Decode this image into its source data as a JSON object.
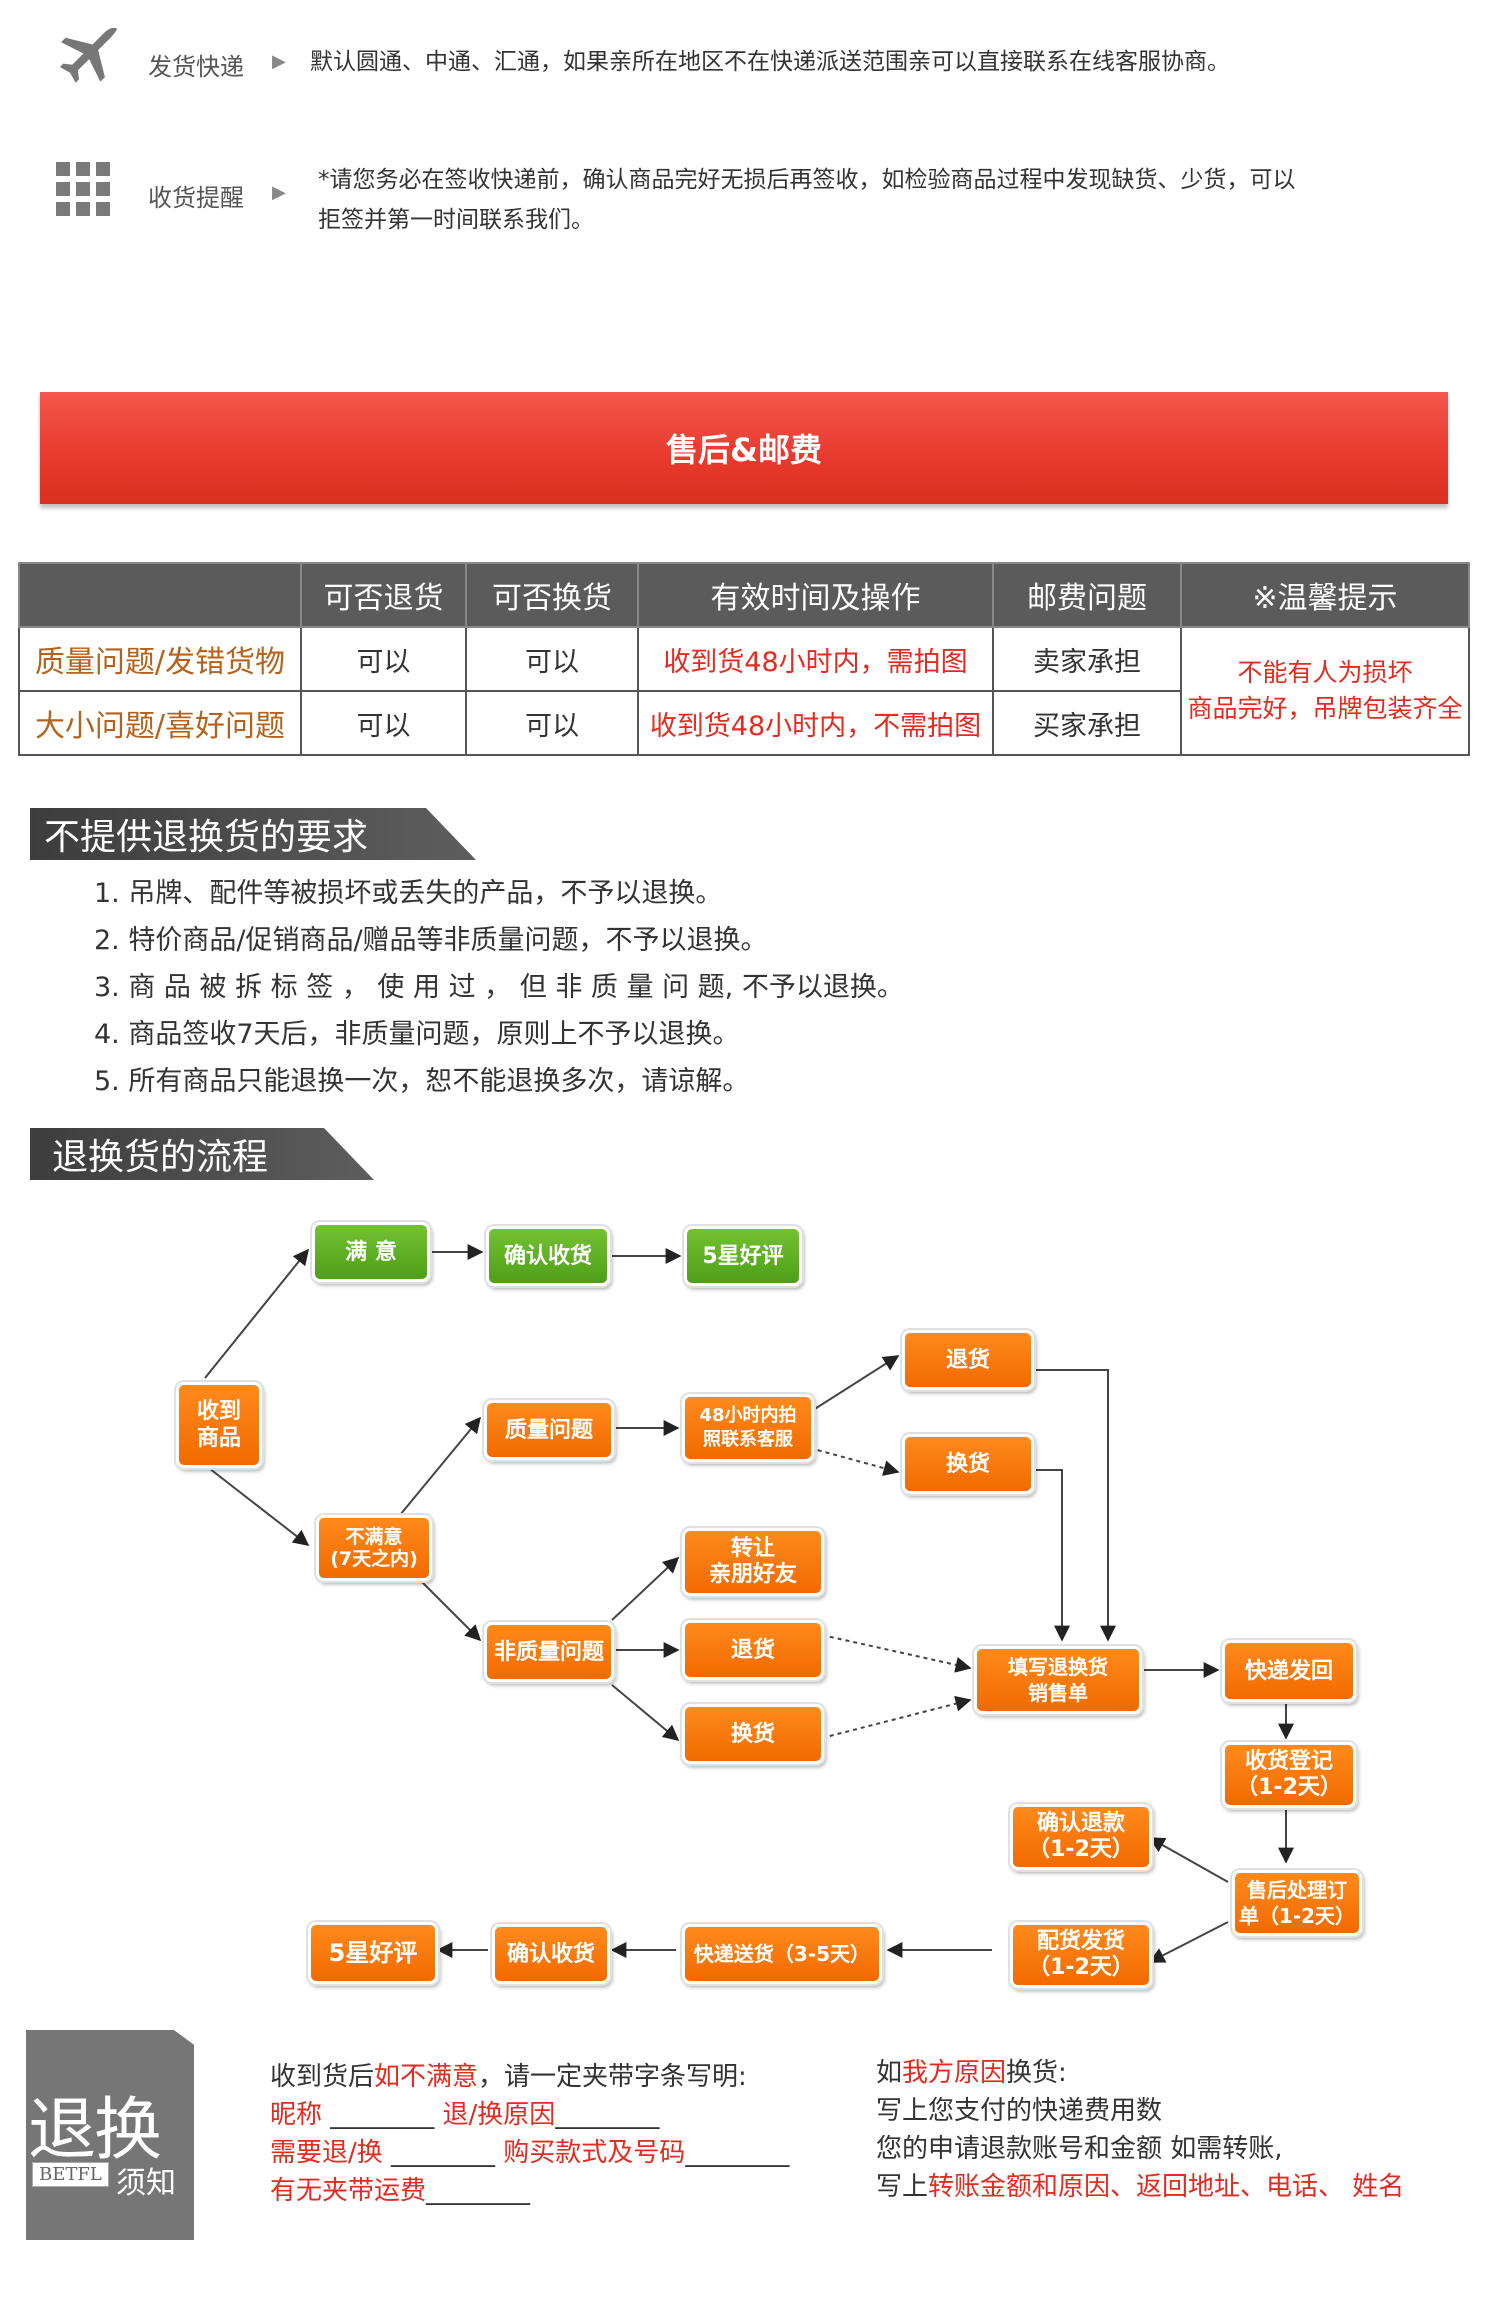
{
  "info": {
    "shipping": {
      "label": "发货快递",
      "arrow": "▶",
      "text": "默认圆通、中通、汇通，如果亲所在地区不在快递派送范围亲可以直接联系在线客服协商。"
    },
    "receipt": {
      "label": "收货提醒",
      "arrow": "▶",
      "text1": "*请您务必在签收快递前，确认商品完好无损后再签收，如检验商品过程中发现缺货、少货，可以",
      "text2": "拒签并第一时间联系我们。"
    }
  },
  "banner": {
    "title": "售后&邮费"
  },
  "table": {
    "headers": [
      "",
      "可否退货",
      "可否换货",
      "有效时间及操作",
      "邮费问题",
      "※温馨提示"
    ],
    "rows": [
      {
        "type": "质量问题/发错货物",
        "return": "可以",
        "exchange": "可以",
        "time": "收到货48小时内，需拍图",
        "postage": "卖家承担"
      },
      {
        "type": "大小问题/喜好问题",
        "return": "可以",
        "exchange": "可以",
        "time": "收到货48小时内，不需拍图",
        "postage": "买家承担"
      }
    ],
    "tip_line1": "不能有人为损坏",
    "tip_line2": "商品完好，吊牌包装齐全"
  },
  "no_return": {
    "title": "不提供退换货的要求",
    "rules": [
      "1. 吊牌、配件等被损坏或丢失的产品，不予以退换。",
      "2. 特价商品/促销商品/赠品等非质量问题，不予以退换。",
      "3. 商 品 被 拆 标 签 ， 使 用 过 ， 但 非 质 量 问 题, 不予以退换。",
      "4. 商品签收7天后，非质量问题，原则上不予以退换。",
      "5.  所有商品只能退换一次，恕不能退换多次，请谅解。"
    ]
  },
  "flow": {
    "title": "退换货的流程",
    "received": [
      "收到",
      "商品"
    ],
    "satisfied": "满  意",
    "confirm_receipt": "确认收货",
    "five_star": "5星好评",
    "unsatisfied": [
      "不满意",
      "(7天之内)"
    ],
    "quality_issue": "质量问题",
    "photo_contact": [
      "48小时内拍",
      "照联系客服"
    ],
    "return1": "退货",
    "exchange1": "换货",
    "non_quality": "非质量问题",
    "transfer": [
      "转让",
      "亲朋好友"
    ],
    "return2": "退货",
    "exchange2": "换货",
    "fill_form": [
      "填写退换货",
      "销售单"
    ],
    "ship_back": "快递发回",
    "register": [
      "收货登记",
      "（1-2天）"
    ],
    "process_order": [
      "售后处理订",
      "单（1-2天）"
    ],
    "confirm_refund": [
      "确认退款",
      "（1-2天）"
    ],
    "ship_goods": [
      "配货发货",
      "（1-2天）"
    ],
    "express_delivery": "快递送货（3-5天）",
    "confirm_receipt2": "确认收货",
    "five_star2": "5星好评"
  },
  "bottom": {
    "logo_big": "退换",
    "logo_brand": "BETFL",
    "logo_small": "须知",
    "left": {
      "l1_a": "收到货后",
      "l1_b": "如不满意",
      "l1_c": "，请一定夹带字条写明:",
      "l2_a": "昵称",
      "l2_b": "________",
      "l2_c": "退/换原因",
      "l2_d": "________",
      "l3_a": "需要退/换",
      "l3_b": "________",
      "l3_c": "购买款式及号码",
      "l3_d": "________",
      "l4_a": "有无夹带运费",
      "l4_b": "________"
    },
    "right": {
      "r1_a": "如",
      "r1_b": "我方原因",
      "r1_c": "换货:",
      "r2": "写上您支付的快递费用数",
      "r3": "您的申请退款账号和金额 如需转账,",
      "r4_a": "写上",
      "r4_b": "转账金额和原因、返回地址、电话、 姓名"
    }
  }
}
